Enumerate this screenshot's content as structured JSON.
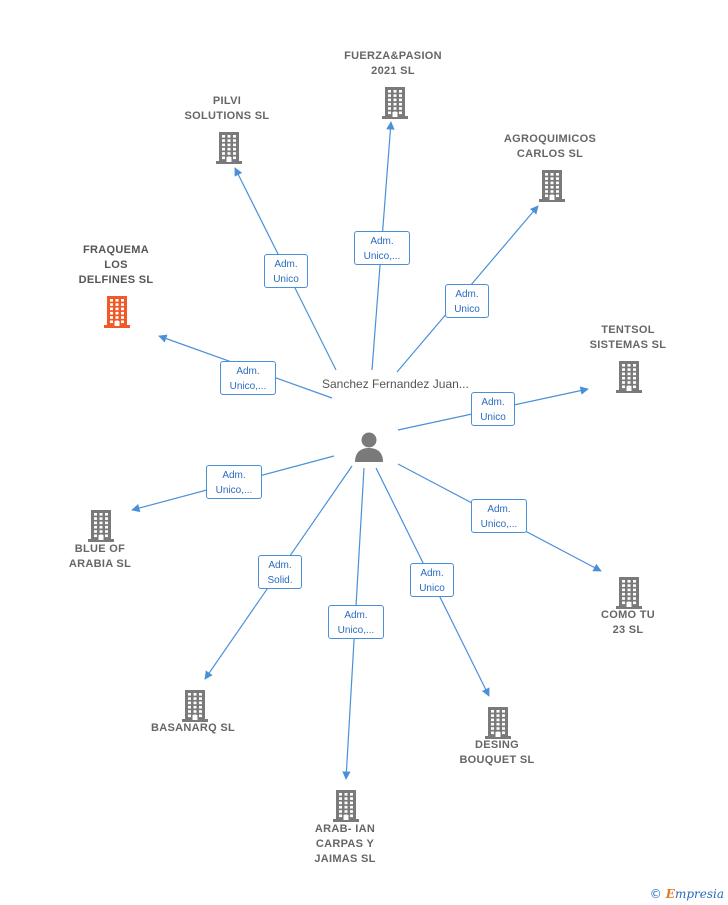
{
  "center": {
    "name_lines": [
      "Sanchez",
      "Fernandez",
      "Juan..."
    ]
  },
  "companies": [
    {
      "id": "fuerza",
      "lines": [
        "FUERZA&PASION",
        "2021  SL"
      ],
      "highlight": false
    },
    {
      "id": "pilvi",
      "lines": [
        "PILVI",
        "SOLUTIONS SL"
      ],
      "highlight": false
    },
    {
      "id": "agroquimicos",
      "lines": [
        "AGROQUIMICOS",
        "CARLOS  SL"
      ],
      "highlight": false
    },
    {
      "id": "fraquema",
      "lines": [
        "FRAQUEMA",
        "LOS",
        "DELFINES  SL"
      ],
      "highlight": true
    },
    {
      "id": "tentsol",
      "lines": [
        "TENTSOL",
        "SISTEMAS  SL"
      ],
      "highlight": false
    },
    {
      "id": "blueofarabia",
      "lines": [
        "BLUE OF",
        "ARABIA  SL"
      ],
      "highlight": false
    },
    {
      "id": "comotu",
      "lines": [
        "COMO TU",
        "23  SL"
      ],
      "highlight": false
    },
    {
      "id": "basanarq",
      "lines": [
        "BASANARQ SL"
      ],
      "highlight": false
    },
    {
      "id": "desing",
      "lines": [
        "DESING",
        "BOUQUET SL"
      ],
      "highlight": false
    },
    {
      "id": "arabian",
      "lines": [
        "ARAB- IAN",
        "CARPAS Y",
        "JAIMAS SL"
      ],
      "highlight": false
    }
  ],
  "relations": [
    {
      "target": "fuerza",
      "lines": [
        "Adm.",
        "Unico,..."
      ]
    },
    {
      "target": "pilvi",
      "lines": [
        "Adm.",
        "Unico"
      ]
    },
    {
      "target": "agroquimicos",
      "lines": [
        "Adm.",
        "Unico"
      ]
    },
    {
      "target": "fraquema",
      "lines": [
        "Adm.",
        "Unico,..."
      ]
    },
    {
      "target": "tentsol",
      "lines": [
        "Adm.",
        "Unico"
      ]
    },
    {
      "target": "blueofarabia",
      "lines": [
        "Adm.",
        "Unico,..."
      ]
    },
    {
      "target": "comotu",
      "lines": [
        "Adm.",
        "Unico,..."
      ]
    },
    {
      "target": "basanarq",
      "lines": [
        "Adm.",
        "Solid."
      ]
    },
    {
      "target": "desing",
      "lines": [
        "Adm.",
        "Unico"
      ]
    },
    {
      "target": "arabian",
      "lines": [
        "Adm.",
        "Unico,..."
      ]
    }
  ],
  "colors": {
    "edge": "#4a90d9",
    "building": "#7a7a7a",
    "highlight_building": "#f05a28",
    "person": "#7a7a7a"
  },
  "watermark": {
    "copyright": "©",
    "brand_initial": "E",
    "brand_rest": "mpresia"
  }
}
